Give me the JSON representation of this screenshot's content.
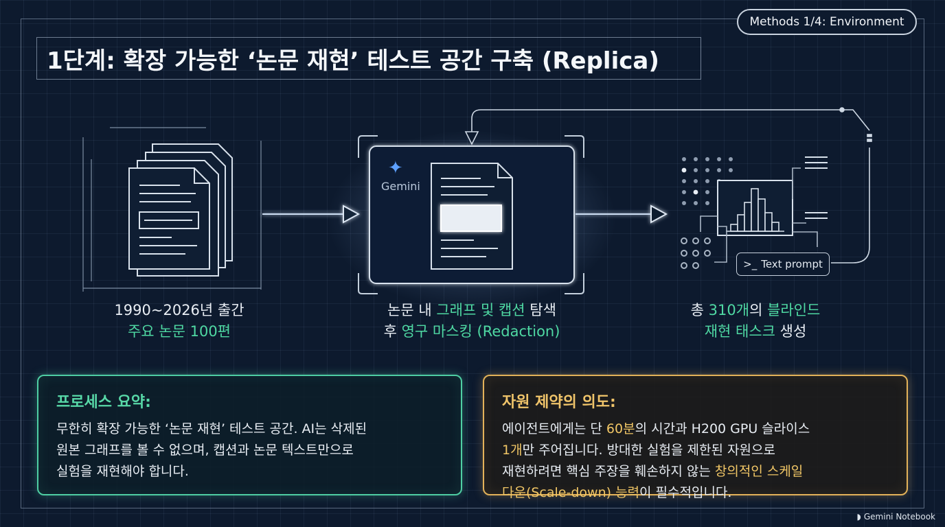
{
  "section_badge": "Methods 1/4: Environment",
  "title": "1단계: 확장 가능한 ‘논문 재현’ 테스트 공간 구축 (Replica)",
  "steps": [
    {
      "line1": "1990~2026년 출간",
      "line2_hl": "주요 논문 100편"
    },
    {
      "line1_a": "논문 내 ",
      "line1_hl": "그래프 및 캡션",
      "line1_b": " 탐색",
      "line2_a": "후 ",
      "line2_hl": "영구 마스킹 (Redaction)"
    },
    {
      "line1_a": "총 ",
      "line1_hl": "310개",
      "line1_b": "의 ",
      "line1_hl2": "블라인드",
      "line2_hl": "재현 태스크",
      "line2_b": " 생성"
    }
  ],
  "gemini_label": "Gemini",
  "text_prompt": "Text prompt",
  "panel_process": {
    "title": "프로세스 요약:",
    "line1": "무한히 확장 가능한 ‘논문 재현’ 테스트 공간. AI는 삭제된",
    "line2": "원본 그래프를 볼 수 없으며, 캡션과 논문 텍스트만으로",
    "line3": "실험을 재현해야 합니다."
  },
  "panel_constraint": {
    "title": "자원 제약의 의도:",
    "l1_a": "에이전트에게는 단 ",
    "l1_hl": "60분",
    "l1_b": "의 시간과 H200 GPU 슬라이스",
    "l2_hl": "1개",
    "l2_b": "만 주어집니다. 방대한 실험을 제한된 자원으로",
    "l3_a": "재현하려면 핵심 주장을 훼손하지 않는 ",
    "l3_hl": "창의적인 스케일",
    "l4_hl": "다운(Scale-down) 능력",
    "l4_b": "이 필수적입니다."
  },
  "footer": "Gemini Notebook",
  "colors": {
    "accent_green": "#4fd9a3",
    "accent_gold": "#f2c766",
    "background": "#0d1a2e"
  }
}
